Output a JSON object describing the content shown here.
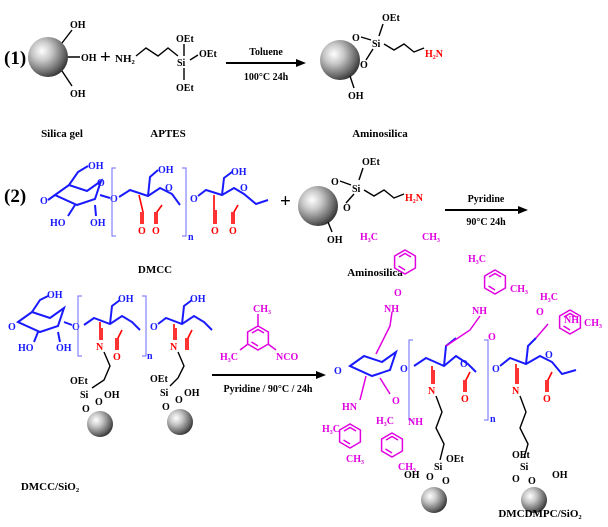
{
  "colors": {
    "polymer": "#1a1aff",
    "aldehyde": "#ff0000",
    "carbamate": "#e000e0",
    "text": "#000000"
  },
  "scheme1": {
    "step": "(1)",
    "oh": "OH",
    "plus": "+",
    "nh2": "NH₂",
    "si": "Si",
    "oet": "OEt",
    "o": "O",
    "h2n": "H₂N",
    "solvent": "Toluene",
    "conditions": "100°C  24h",
    "labels": {
      "silica": "Silica gel",
      "aptes": "APTES",
      "aminosilica": "Aminosilica"
    }
  },
  "scheme2": {
    "step": "(2)",
    "n": "n",
    "ho": "HO",
    "solvent": "Pyridine",
    "conditions": "90°C 24h",
    "labels": {
      "dmcc": "DMCC",
      "aminosilica": "Aminosilica"
    }
  },
  "scheme3": {
    "conditions": "Pyridine / 90°C / 24h",
    "h3c": "H₃C",
    "ch3": "CH₃",
    "nco": "NCO",
    "hn": "HN",
    "nh": "NH",
    "n_atom": "N",
    "labels": {
      "dmcc_sio2": "DMCC/SiO₂",
      "product": "DMCDMPC/SiO₂"
    }
  }
}
